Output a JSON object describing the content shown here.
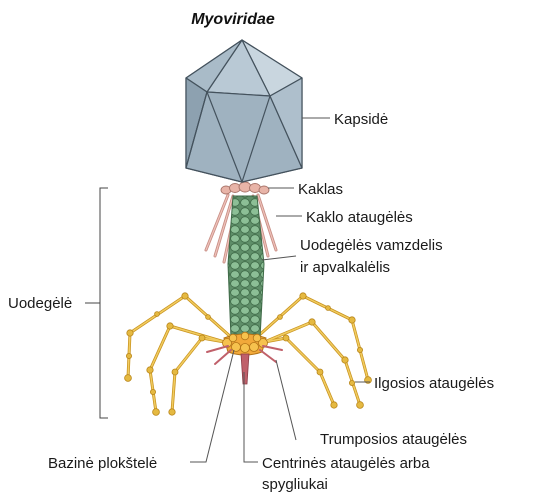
{
  "title": "Myoviridae",
  "labels": {
    "capsid": "Kapsidė",
    "collar": "Kaklas",
    "collar_fibers": "Kaklo ataugėlės",
    "tail_tube_line1": "Uodegėlės vamzdelis",
    "tail_tube_line2": "ir apvalkalėlis",
    "tail": "Uodegėlė",
    "long_fibers": "Ilgosios ataugėlės",
    "short_fibers": "Trumposios ataugėlės",
    "base_plate": "Bazinė plokštelė",
    "central_spike_line1": "Centrinės ataugėlės arba",
    "central_spike_line2": "spygliukai"
  },
  "colors": {
    "capsid_light": "#b9c9d5",
    "capsid_mid": "#9fb2c0",
    "capsid_dark": "#7f94a4",
    "collar": "#e8b4a8",
    "sheath": "#6f9e78",
    "fiber": "#e5b941",
    "base_plate": "#f2a93a",
    "spike": "#c0606a"
  }
}
